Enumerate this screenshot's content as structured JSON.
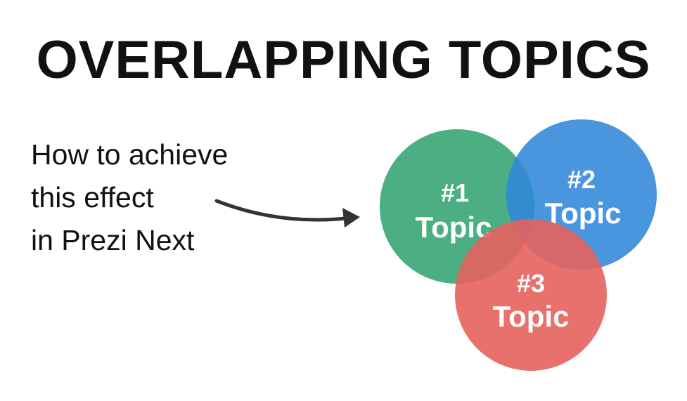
{
  "title": "OVERLAPPING TOPICS",
  "subtitle_lines": [
    "How to achieve",
    "this effect",
    "in Prezi Next"
  ],
  "circles": [
    {
      "number": "#1",
      "label": "Topic",
      "color": "#4caf84"
    },
    {
      "number": "#2",
      "label": "Topic",
      "color": "#4a96e0"
    },
    {
      "number": "#3",
      "label": "Topic",
      "color": "#e5625e"
    }
  ],
  "icons": {
    "arrow": "curved-arrow-right"
  }
}
